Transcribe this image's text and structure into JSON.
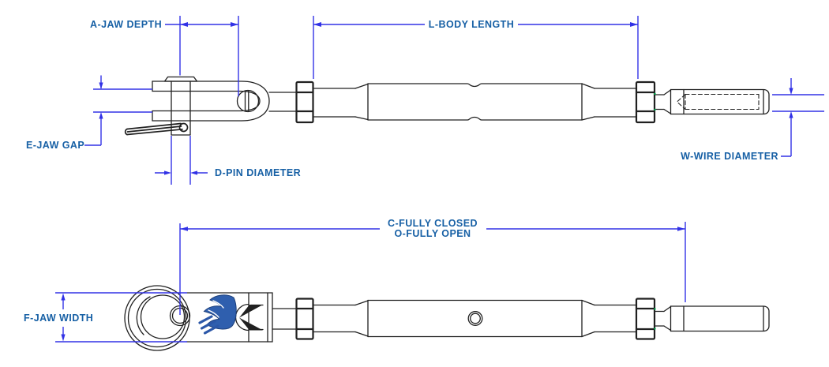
{
  "colors": {
    "background": "#ffffff",
    "label_text": "#1760a5",
    "dimension_line": "#3232e6",
    "part_outline": "#202020",
    "logo_blue": "#2f5fae",
    "artifact_green": "#00b050"
  },
  "top_view": {
    "labels": {
      "jaw_depth": "A-JAW DEPTH",
      "body_length": "L-BODY LENGTH",
      "jaw_gap": "E-JAW GAP",
      "pin_diameter": "D-PIN DIAMETER",
      "wire_diameter": "W-WIRE DIAMETER"
    }
  },
  "bottom_view": {
    "labels": {
      "fully_closed": "C-FULLY CLOSED",
      "fully_open": "O-FULLY OPEN",
      "jaw_width": "F-JAW WIDTH"
    }
  }
}
